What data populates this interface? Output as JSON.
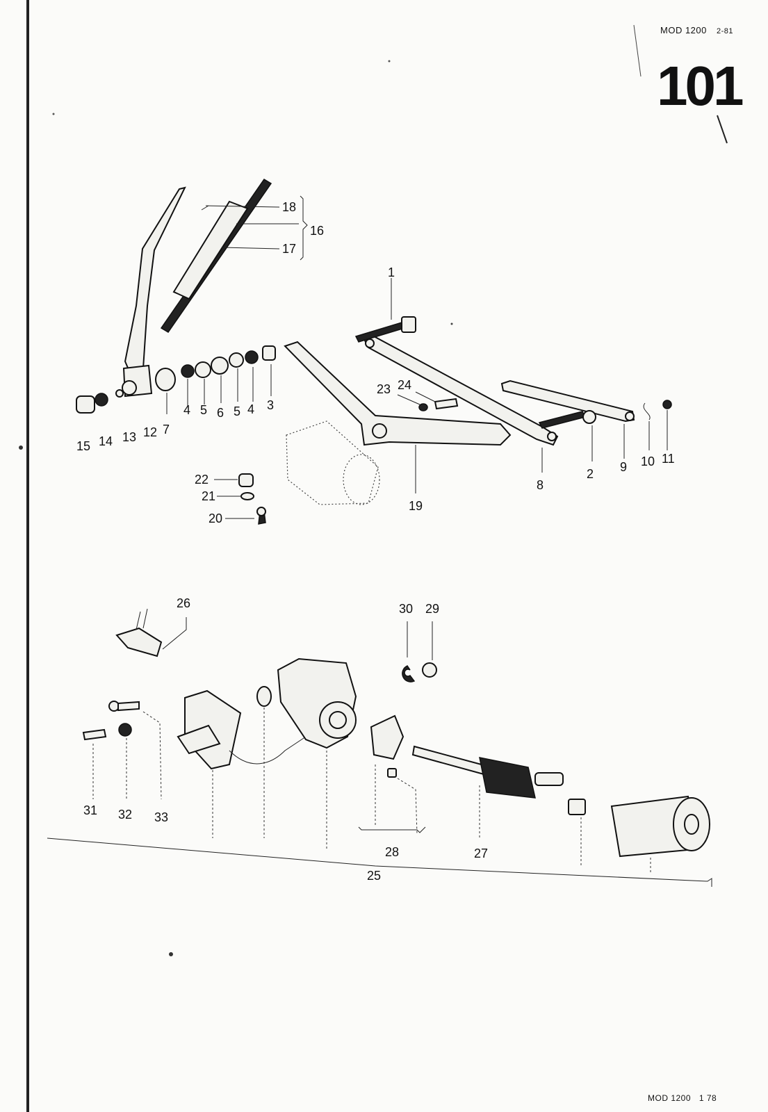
{
  "header": {
    "model_code": "MOD 1200",
    "date_code": "2-81",
    "plate_number": "101"
  },
  "footer": {
    "model_code": "MOD 1200",
    "date_code": "1 78"
  },
  "callouts": {
    "c1": "1",
    "c2": "2",
    "c3": "3",
    "c4a": "4",
    "c4b": "4",
    "c5a": "5",
    "c5b": "5",
    "c6": "6",
    "c7": "7",
    "c8": "8",
    "c9": "9",
    "c10": "10",
    "c11": "11",
    "c12": "12",
    "c13": "13",
    "c14": "14",
    "c15": "15",
    "c16": "16",
    "c17": "17",
    "c18": "18",
    "c19": "19",
    "c20": "20",
    "c21": "21",
    "c22": "22",
    "c23": "23",
    "c24": "24",
    "c25": "25",
    "c26": "26",
    "c27": "27",
    "c28": "28",
    "c29": "29",
    "c30": "30",
    "c31": "31",
    "c32": "32",
    "c33": "33"
  }
}
